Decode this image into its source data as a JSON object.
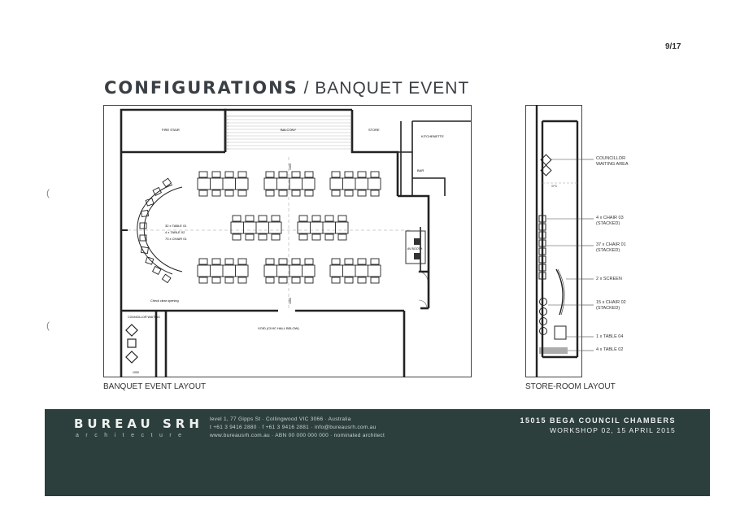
{
  "page": {
    "number": "9/17"
  },
  "heading": {
    "bold": "CONFIGURATIONS",
    "separator": " / ",
    "light": "BANQUET EVENT"
  },
  "banquet_plan": {
    "caption": "BANQUET EVENT LAYOUT",
    "labels": {
      "fire_stair": "FIRE STAIR",
      "balcony": "BALCONY",
      "store": "STORE",
      "kitchenette": "KITCHENETTE",
      "bar": "BAR",
      "av_booth": "AV BOOTH",
      "councillor_waiting": "COUNCILLOR WAITING",
      "check_clear": "Check clear opening",
      "void": "VOID (CIVIC HALL BELOW)",
      "dim_1": "1000",
      "dim_2": "1000",
      "dim_3": "1000"
    },
    "legend": [
      "32 x TABLE 01",
      "4 x TABLE 02",
      "73 x CHAIR 01"
    ]
  },
  "store_plan": {
    "caption": "STORE-ROOM LAYOUT",
    "labels": [
      {
        "line1": "COUNCILLOR",
        "line2": "WAITING AREA"
      },
      {
        "line1": "4 x CHAIR 03",
        "line2": "(STACKED)"
      },
      {
        "line1": "37 x CHAIR 01",
        "line2": "(STACKED)"
      },
      {
        "line1": "2 x SCREEN",
        "line2": ""
      },
      {
        "line1": "15 x CHAIR 02",
        "line2": "(STACKED)"
      },
      {
        "line1": "1 x TABLE 04",
        "line2": ""
      },
      {
        "line1": "4 x TABLE 02",
        "line2": ""
      }
    ],
    "dim": "SPD"
  },
  "footer": {
    "brand": "BUREAU SRH",
    "brand_sub": "architecture",
    "address_lines": [
      "level 1, 77 Gipps St · Collingwood VIC 3066 · Australia",
      "t +61 3 9416 2880 · f +61 3 9416 2881 · info@bureausrh.com.au",
      "www.bureausrh.com.au · ABN 00 000 000 000 · nominated architect"
    ],
    "project": "15015 BEGA COUNCIL CHAMBERS",
    "workshop": "WORKSHOP 02, 15 APRIL 2015"
  },
  "colors": {
    "footer_bg": "#2c3f3d",
    "title": "#3a3f44",
    "ink": "#222222"
  }
}
